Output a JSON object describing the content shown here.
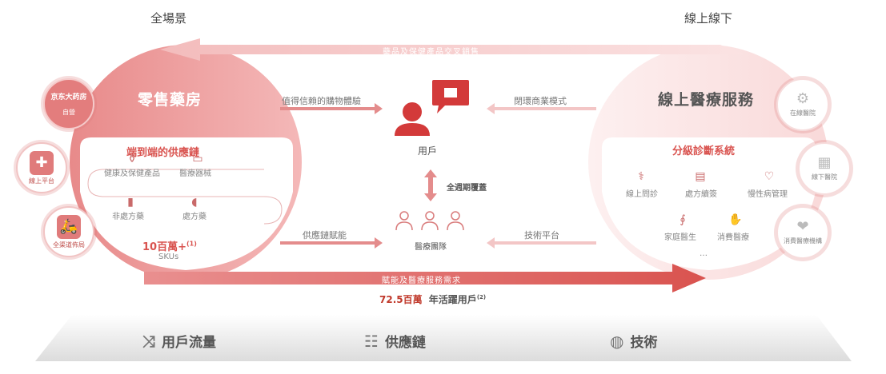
{
  "headers": {
    "left": "全場景",
    "right": "線上線下"
  },
  "banners": {
    "top": "藥品及保健產品交叉銷售",
    "bottom": "賦能及醫療服務需求"
  },
  "left": {
    "title": "零售藥房",
    "supply_chain_title": "端到端的供應鏈",
    "items": [
      "健康及保健產品",
      "醫療器械",
      "非處方藥",
      "處方藥"
    ],
    "skus_value": "10百萬+",
    "skus_note": "(1)",
    "skus_label": "SKUs",
    "circles": [
      {
        "label": "自營",
        "logo": "京东大药房",
        "icon": "store-logo"
      },
      {
        "label": "線上平台",
        "icon": "first-aid-icon"
      },
      {
        "label": "全渠道佈局",
        "icon": "delivery-scooter-icon"
      }
    ]
  },
  "right": {
    "title": "線上醫療服務",
    "system_title": "分級診斷系統",
    "items": [
      "線上問診",
      "處方續簽",
      "慢性病管理",
      "家庭醫生",
      "消費醫療"
    ],
    "ellipsis": "…",
    "circles": [
      {
        "label": "在線醫院",
        "icon": "globe-gear-icon"
      },
      {
        "label": "線下醫院",
        "icon": "hospital-building-icon"
      },
      {
        "label": "消費醫療機構",
        "icon": "heart-hands-icon"
      }
    ]
  },
  "center": {
    "user_label": "用戶",
    "team_label": "醫療團隊",
    "coverage_label": "全週期覆蓋",
    "arrows": {
      "top_left": "值得信賴的購物體驗",
      "top_right": "閉環商業模式",
      "bottom_left": "供應鏈賦能",
      "bottom_right": "技術平台"
    }
  },
  "stat": {
    "value": "72.5百萬",
    "label": "年活躍用戶",
    "note": "(2)"
  },
  "bottom": {
    "items": [
      {
        "label": "用戶流量",
        "icon": "shuffle-icon"
      },
      {
        "label": "供應鏈",
        "icon": "checklist-icon"
      },
      {
        "label": "技術",
        "icon": "globe-icon"
      }
    ]
  },
  "colors": {
    "accent": "#e06666",
    "accent_dark": "#c0392b",
    "pink_light": "#fbe4e4"
  }
}
